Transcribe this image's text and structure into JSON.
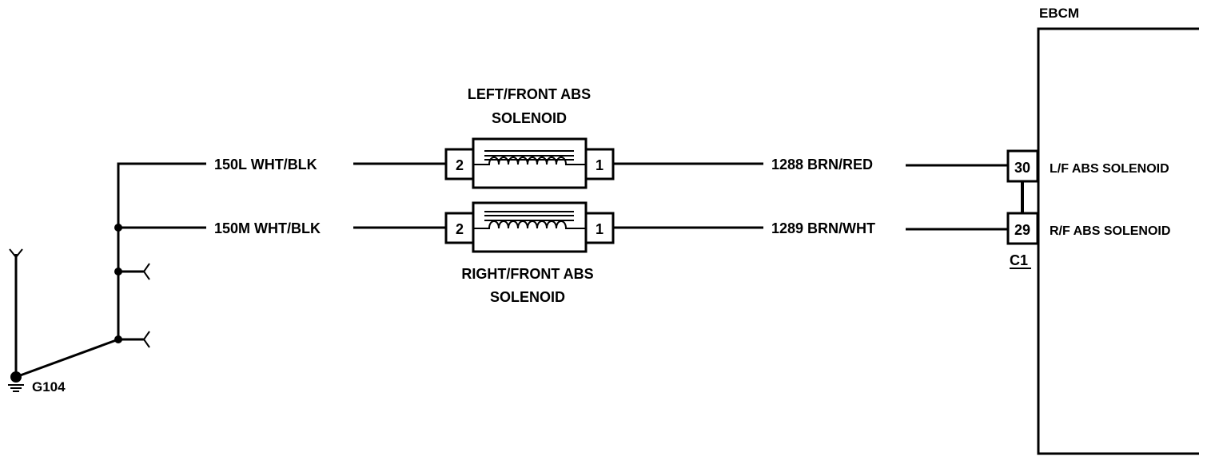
{
  "module": {
    "name": "EBCM",
    "connector": "C1"
  },
  "ground": {
    "label": "G104"
  },
  "solenoids": [
    {
      "title_line1": "LEFT/FRONT ABS",
      "title_line2": "SOLENOID",
      "pin_left": "2",
      "pin_right": "1"
    },
    {
      "title_line1": "RIGHT/FRONT ABS",
      "title_line2": "SOLENOID",
      "pin_left": "2",
      "pin_right": "1"
    }
  ],
  "wires": {
    "ground_top": "150L WHT/BLK",
    "ground_bottom": "150M WHT/BLK",
    "module_top": "1288 BRN/RED",
    "module_bottom": "1289 BRN/WHT"
  },
  "ebcm_pins": [
    {
      "number": "30",
      "function": "L/F ABS SOLENOID"
    },
    {
      "number": "29",
      "function": "R/F ABS SOLENOID"
    }
  ]
}
